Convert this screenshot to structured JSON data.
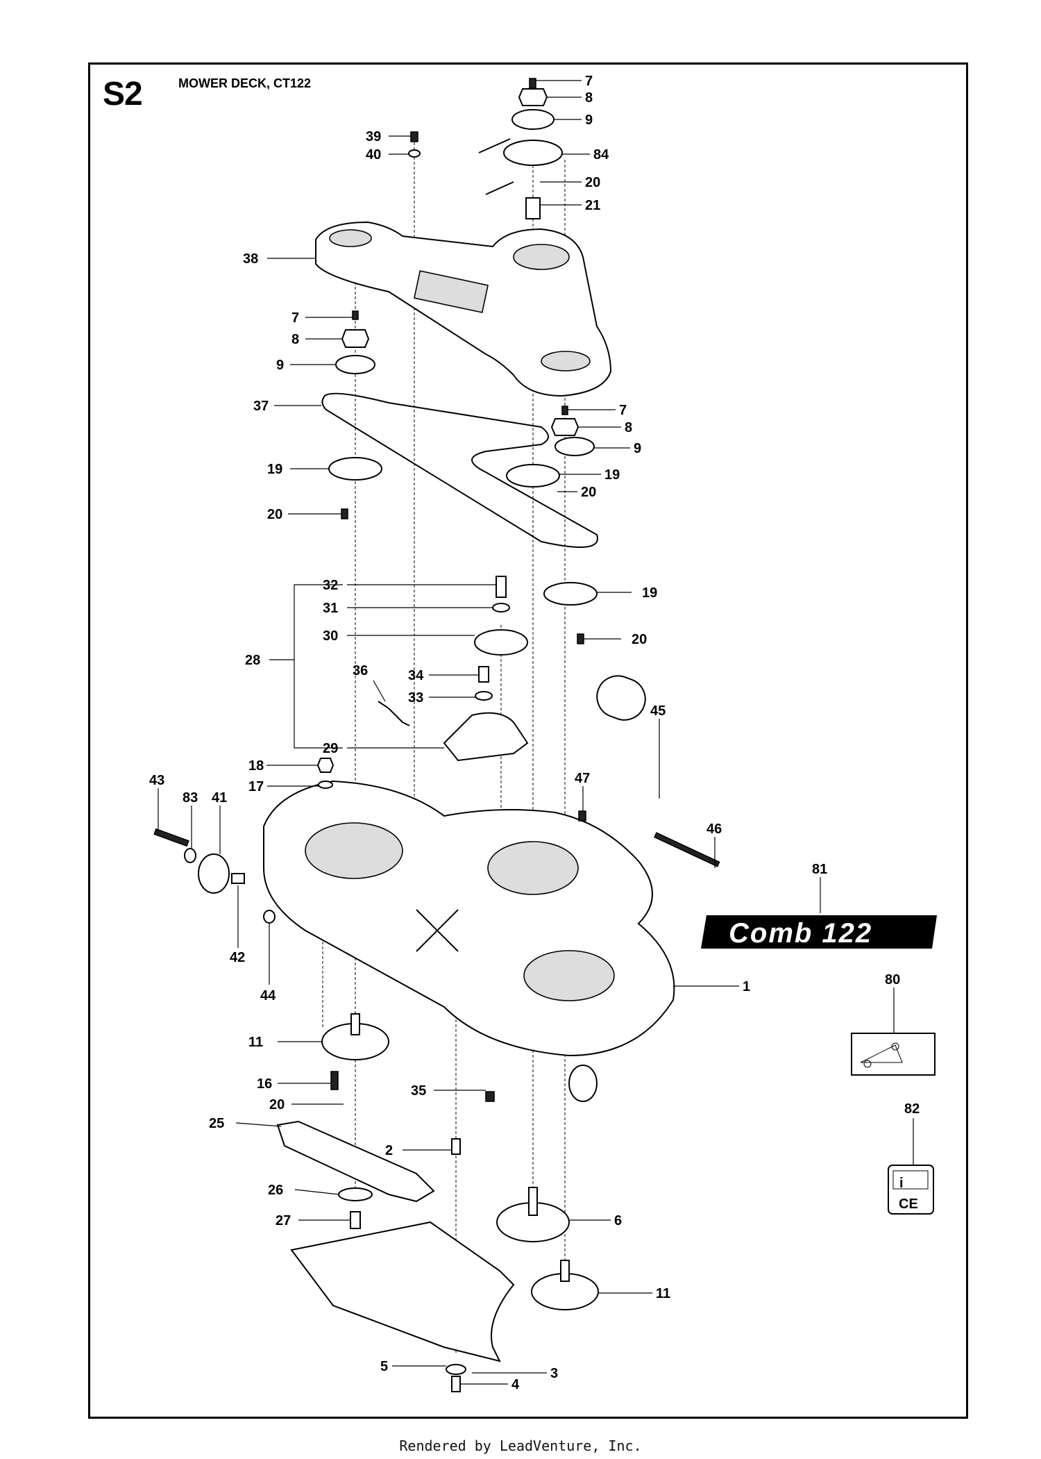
{
  "sheet": {
    "code": "S2",
    "title": "MOWER DECK, CT122"
  },
  "decal_81_text": "Comb  122",
  "decal_82_text": "CE",
  "footer": "Rendered by LeadVenture, Inc.",
  "callouts": [
    "7",
    "8",
    "9",
    "84",
    "20",
    "21",
    "39",
    "40",
    "38",
    "7",
    "8",
    "9",
    "37",
    "7",
    "8",
    "9",
    "19",
    "19",
    "20",
    "20",
    "32",
    "31",
    "30",
    "28",
    "19",
    "20",
    "34",
    "36",
    "33",
    "29",
    "45",
    "47",
    "43",
    "83",
    "41",
    "18",
    "17",
    "46",
    "81",
    "42",
    "44",
    "1",
    "80",
    "11",
    "16",
    "35",
    "20",
    "25",
    "2",
    "26",
    "27",
    "6",
    "11",
    "5",
    "3",
    "4",
    "82"
  ]
}
